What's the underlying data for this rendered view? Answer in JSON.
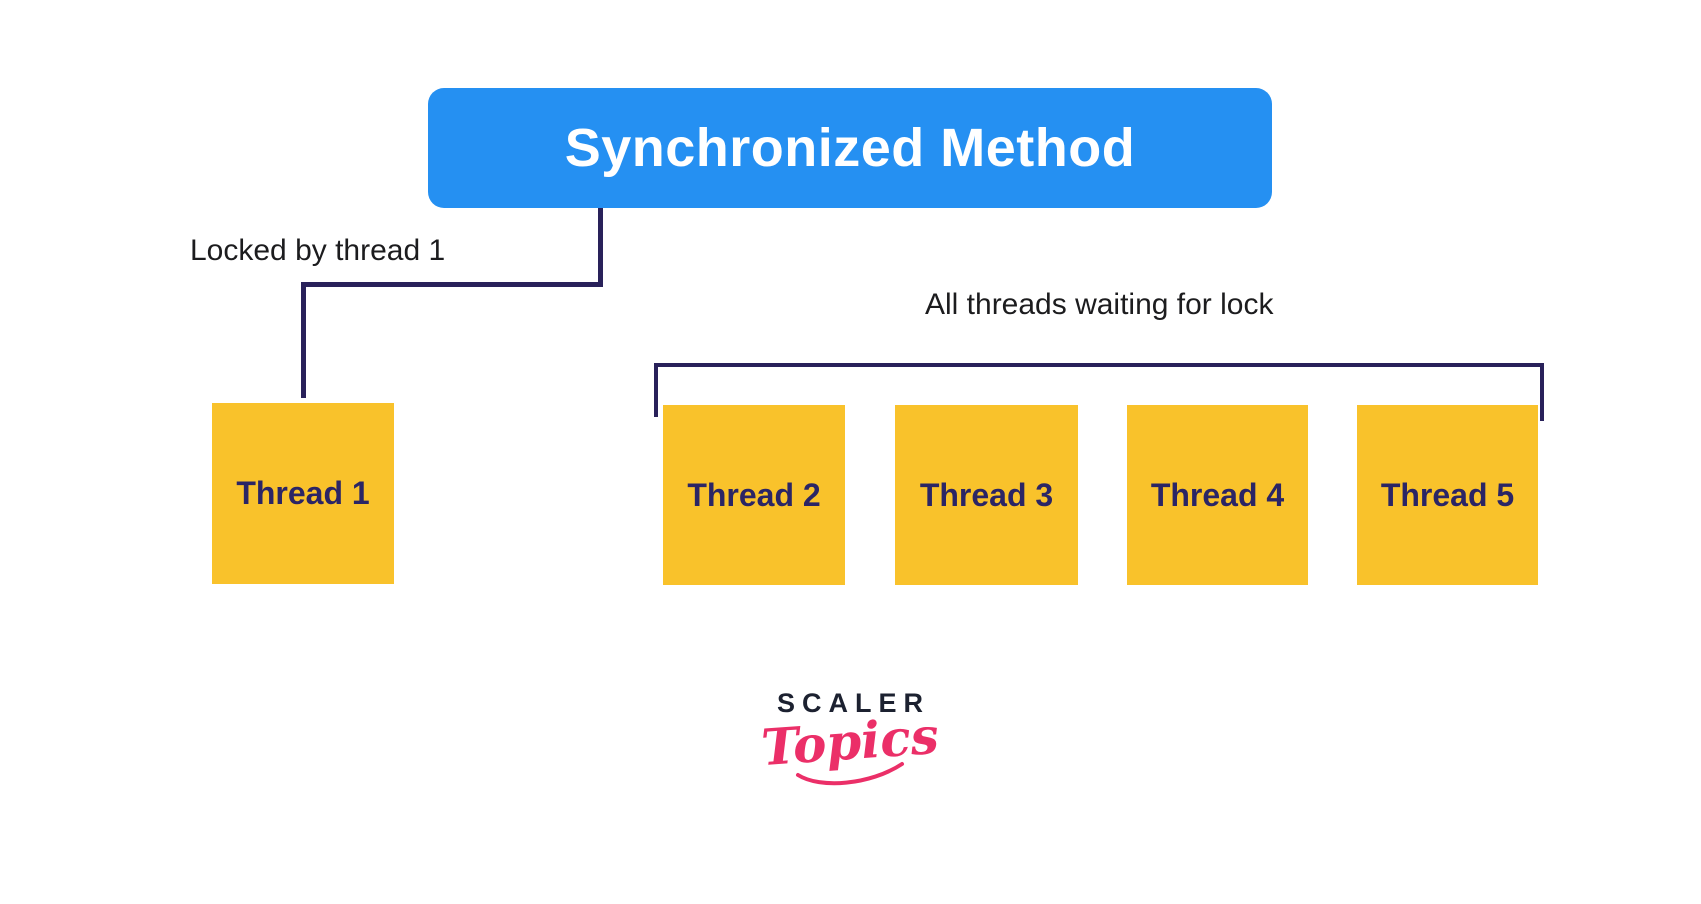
{
  "diagram": {
    "title": "Synchronized Method",
    "locked_label": "Locked by thread 1",
    "waiting_label": "All threads waiting for lock",
    "threads": [
      {
        "label": "Thread 1"
      },
      {
        "label": "Thread 2"
      },
      {
        "label": "Thread 3"
      },
      {
        "label": "Thread 4"
      },
      {
        "label": "Thread 5"
      }
    ],
    "colors": {
      "title_bg": "#2590F2",
      "title_text": "#FFFFFF",
      "connector": "#29215A",
      "thread_box": "#F9C22B",
      "thread_text": "#2B2565",
      "label_text": "#1C1C1E"
    }
  },
  "logo": {
    "brand": "SCALER",
    "product": "Topics",
    "brand_color": "#1C2130",
    "product_color": "#EB2F68"
  }
}
